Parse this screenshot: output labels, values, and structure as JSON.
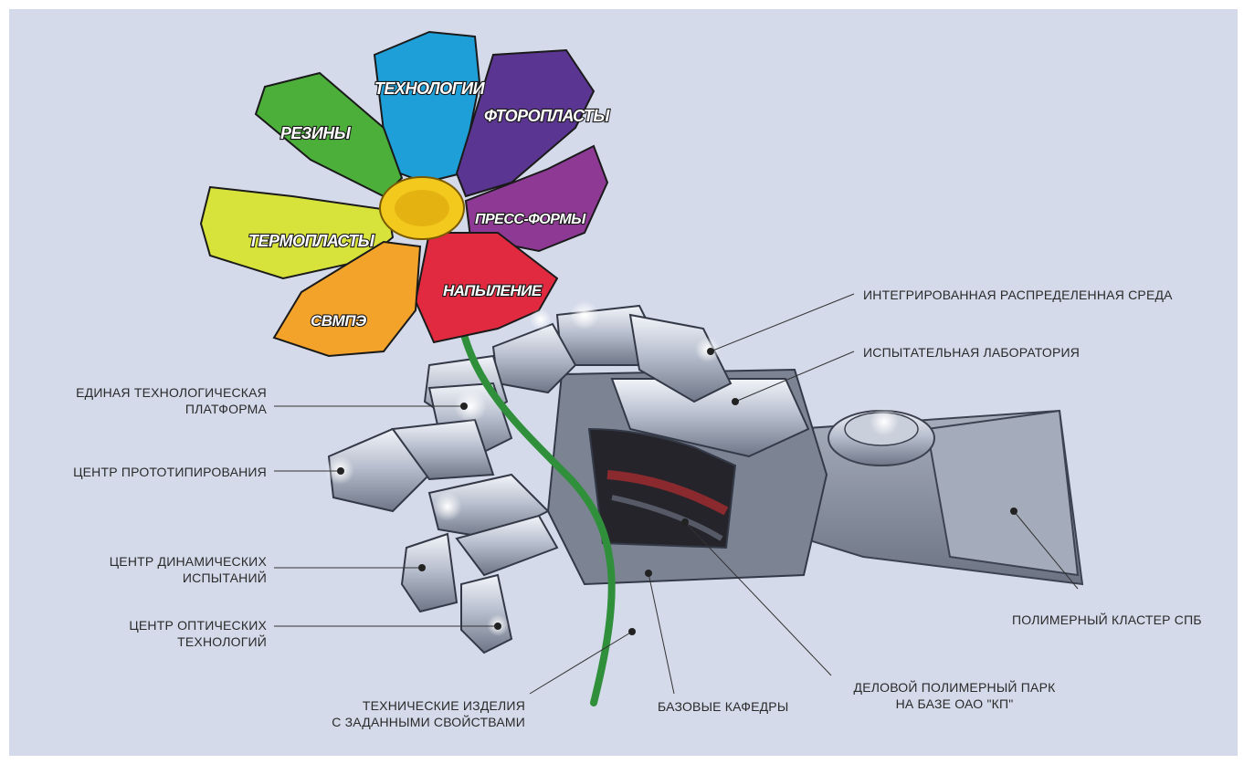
{
  "petals": {
    "tech": "ТЕХНОЛОГИИ",
    "rubber": "РЕЗИНЫ",
    "fluoro": "ФТОРОПЛАСТЫ",
    "press": "ПРЕСС-ФОРМЫ",
    "thermo": "ТЕРМОПЛАСТЫ",
    "spray": "НАПЫЛЕНИЕ",
    "svmpe": "СВМПЭ"
  },
  "labels": {
    "integrated": "ИНТЕГРИРОВАННАЯ РАСПРЕДЕЛЕННАЯ СРЕДА",
    "lab": "ИСПЫТАТЕЛЬНАЯ ЛАБОРАТОРИЯ",
    "platform_1": "ЕДИНАЯ ТЕХНОЛОГИЧЕСКАЯ",
    "platform_2": "ПЛАТФОРМА",
    "prototyping": "ЦЕНТР ПРОТОТИПИРОВАНИЯ",
    "dynamic_1": "ЦЕНТР ДИНАМИЧЕСКИХ",
    "dynamic_2": "ИСПЫТАНИЙ",
    "optical_1": "ЦЕНТР ОПТИЧЕСКИХ",
    "optical_2": "ТЕХНОЛОГИЙ",
    "products_1": "ТЕХНИЧЕСКИЕ ИЗДЕЛИЯ",
    "products_2": "С ЗАДАННЫМИ СВОЙСТВАМИ",
    "departments": "БАЗОВЫЕ КАФЕДРЫ",
    "park_1": "ДЕЛОВОЙ ПОЛИМЕРНЫЙ ПАРК",
    "park_2": "НА БАЗЕ ОАО \"КП\"",
    "cluster": "ПОЛИМЕРНЫЙ КЛАСТЕР СПБ"
  },
  "colors": {
    "background": "#d4daea",
    "petal_tech": "#1e9fd8",
    "petal_rubber": "#4caf3a",
    "petal_fluoro": "#5a3591",
    "petal_press": "#8e3a94",
    "petal_thermo": "#d7e23a",
    "petal_spray": "#e12a3f",
    "petal_svmpe": "#f4a32a",
    "center": "#f2c91c",
    "stem": "#2f8f3a",
    "metal": "#9aa3b4"
  }
}
